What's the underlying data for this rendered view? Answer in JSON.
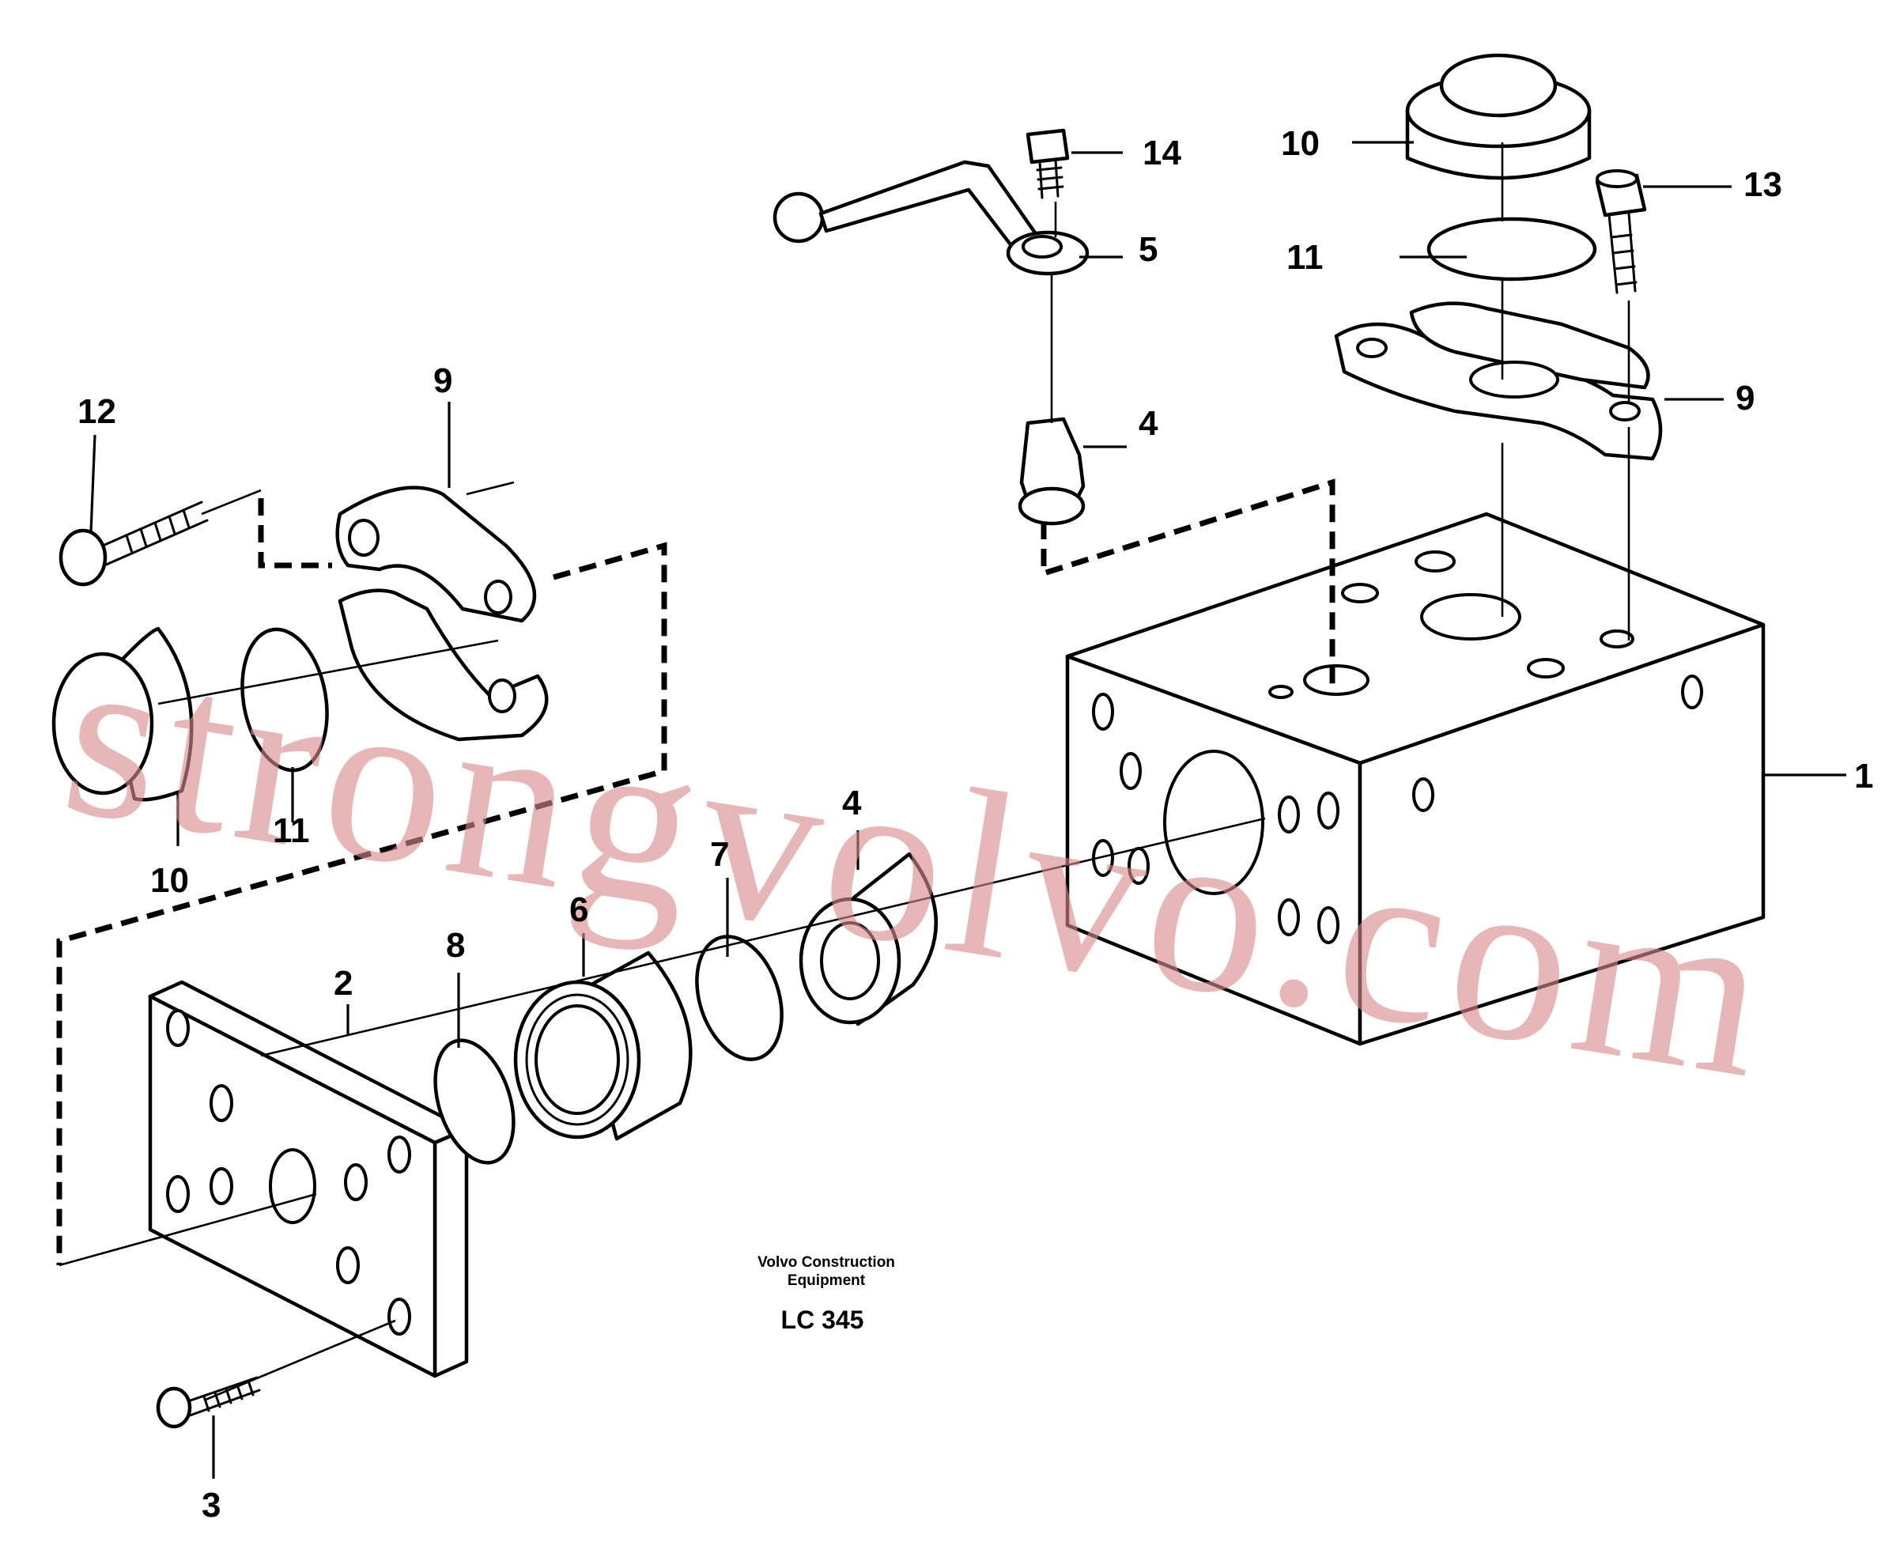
{
  "callouts": {
    "c1": "1",
    "c2": "2",
    "c3": "3",
    "c4a": "4",
    "c4b": "4",
    "c5": "5",
    "c6": "6",
    "c7": "7",
    "c8": "8",
    "c9a": "9",
    "c9b": "9",
    "c10a": "10",
    "c10b": "10",
    "c11a": "11",
    "c11b": "11",
    "c12": "12",
    "c13": "13",
    "c14": "14"
  },
  "footer": {
    "company_line1": "Volvo Construction",
    "company_line2": "Equipment",
    "drawing_code": "LC 345"
  },
  "watermark": "strongvolvo.com"
}
